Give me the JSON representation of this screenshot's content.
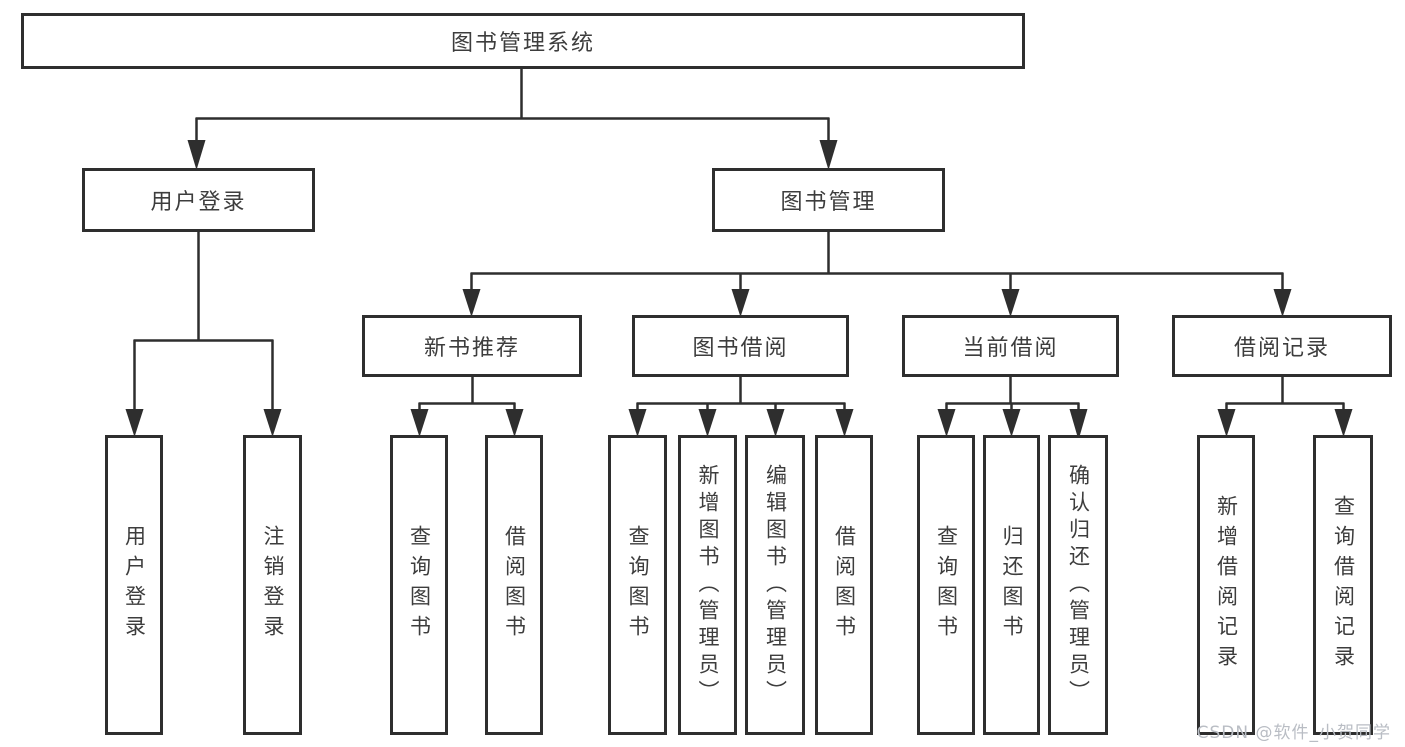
{
  "diagram_type": "hierarchy-tree",
  "colors": {
    "line": "#2e2e2e",
    "box_border": "#2e2e2e",
    "text": "#3d3d3d",
    "background": "#ffffff",
    "watermark_text_color": "#b9bdc4"
  },
  "watermark": "CSDN @软件_小贺同学",
  "nodes": {
    "root": {
      "label": "图书管理系统"
    },
    "user_login": {
      "label": "用户登录"
    },
    "book_mgmt": {
      "label": "图书管理"
    },
    "new_book_rec": {
      "label": "新书推荐"
    },
    "book_borrow": {
      "label": "图书借阅"
    },
    "current_borrow": {
      "label": "当前借阅"
    },
    "borrow_record": {
      "label": "借阅记录"
    },
    "leaves": {
      "user_login": {
        "label": "用户登录"
      },
      "logout": {
        "label": "注销登录"
      },
      "rec_query": {
        "label": "查询图书"
      },
      "rec_borrow": {
        "label": "借阅图书"
      },
      "bb_query": {
        "label": "查询图书"
      },
      "bb_add": {
        "label": "新增图书（管理员）"
      },
      "bb_edit": {
        "label": "编辑图书（管理员）"
      },
      "bb_borrow": {
        "label": "借阅图书"
      },
      "cur_query": {
        "label": "查询图书"
      },
      "cur_return": {
        "label": "归还图书"
      },
      "cur_confirm": {
        "label": "确认归还（管理员）"
      },
      "record_add": {
        "label": "新增借阅记录"
      },
      "record_query": {
        "label": "查询借阅记录"
      }
    }
  },
  "hierarchy": {
    "root": "图书管理系统",
    "children": [
      {
        "label": "用户登录",
        "children": [
          "用户登录",
          "注销登录"
        ]
      },
      {
        "label": "图书管理",
        "children": [
          {
            "label": "新书推荐",
            "children": [
              "查询图书",
              "借阅图书"
            ]
          },
          {
            "label": "图书借阅",
            "children": [
              "查询图书",
              "新增图书（管理员）",
              "编辑图书（管理员）",
              "借阅图书"
            ]
          },
          {
            "label": "当前借阅",
            "children": [
              "查询图书",
              "归还图书",
              "确认归还（管理员）"
            ]
          },
          {
            "label": "借阅记录",
            "children": [
              "新增借阅记录",
              "查询借阅记录"
            ]
          }
        ]
      }
    ]
  }
}
